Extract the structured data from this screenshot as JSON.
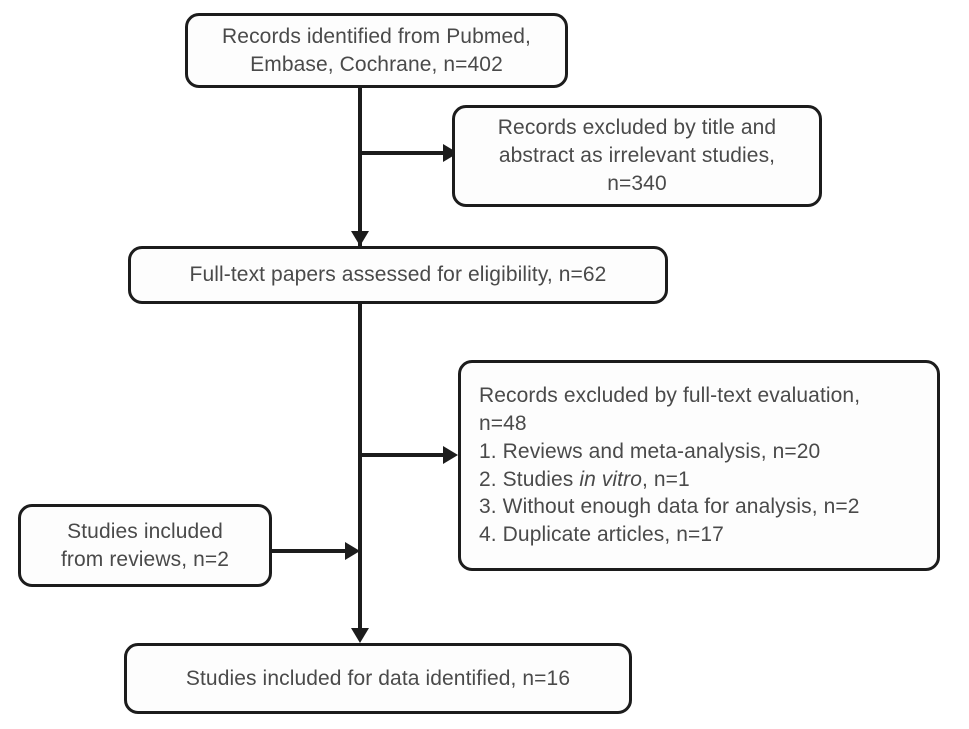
{
  "diagram": {
    "type": "prisma-flow-diagram",
    "accent_color": "#1c1c1c",
    "text_color": "#4a4a4a",
    "box_fill": "#fdfdfd",
    "background": "#ffffff"
  },
  "boxes": {
    "identified": {
      "line1": "Records identified from Pubmed,",
      "line2": "Embase, Cochrane, n=402"
    },
    "excluded_title_abstract": {
      "line1": "Records excluded by title and",
      "line2": "abstract as irrelevant studies,",
      "line3": "n=340"
    },
    "fulltext_assessed": {
      "line1": "Full-text papers assessed for eligibility, n=62"
    },
    "excluded_fulltext": {
      "line1": "Records excluded by full-text evaluation,",
      "line2": "n=48",
      "item1_prefix": "1. Reviews and meta-analysis, n=20",
      "item2_prefix": "2. Studies ",
      "item2_italic": "in vitro",
      "item2_suffix": ", n=1",
      "item3": "3. Without enough data for analysis, n=2",
      "item4": "4. Duplicate articles, n=17"
    },
    "included_from_reviews": {
      "line1": "Studies included",
      "line2": "from reviews, n=2"
    },
    "included_final": {
      "line1": "Studies included for data identified, n=16"
    }
  },
  "connectors": {
    "trunk_label": "main-vertical-flow-line",
    "branch1_label": "branch-to-title-abstract-exclusion",
    "branch2_label": "branch-to-fulltext-exclusion",
    "merge_label": "merge-from-reviews-box",
    "final_label": "arrow-to-final-included-box"
  }
}
